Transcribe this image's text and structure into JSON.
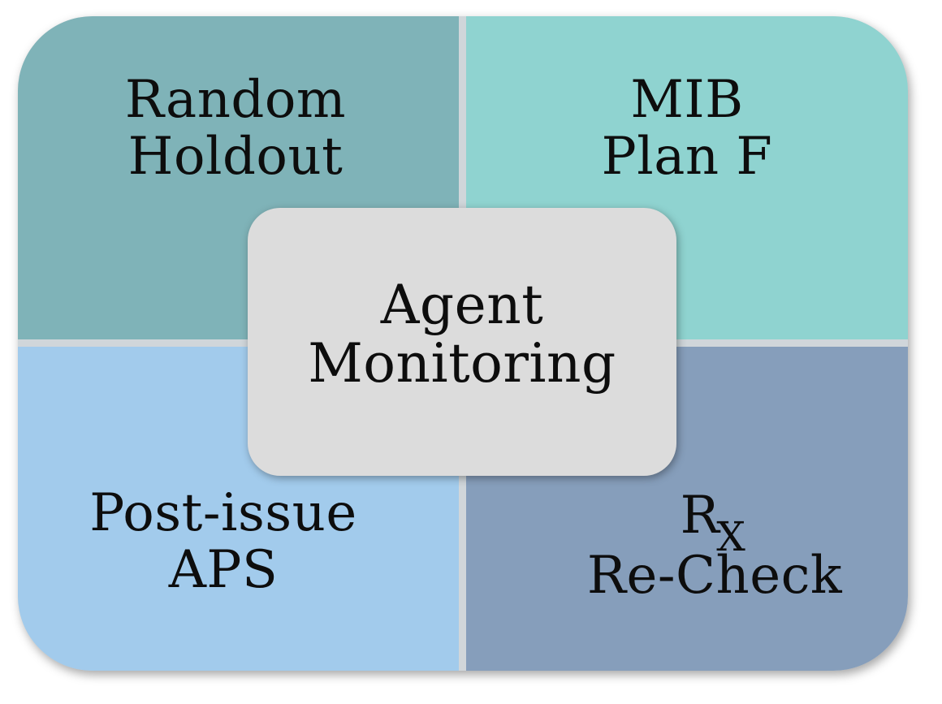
{
  "quadrants": {
    "top_left": {
      "line1": "Random",
      "line2": "Holdout",
      "color": "#7fb3b8"
    },
    "top_right": {
      "line1": "MIB",
      "line2": "Plan F",
      "color": "#8fd3d0"
    },
    "bottom_left": {
      "line1": "Post-issue",
      "line2": "APS",
      "color": "#a2cbec"
    },
    "bottom_right": {
      "line1_main": "R",
      "line1_sub": "X",
      "line2": "Re-Check",
      "color": "#869ebb"
    }
  },
  "center": {
    "line1": "Agent",
    "line2": "Monitoring",
    "color": "#dcdcdc"
  }
}
